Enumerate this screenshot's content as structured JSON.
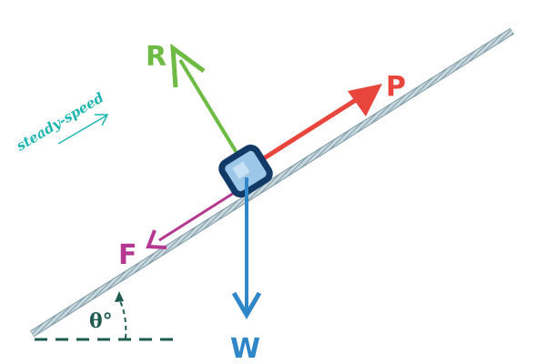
{
  "forces": {
    "reaction": {
      "label": "R",
      "color": "#6dbb45"
    },
    "push": {
      "label": "P",
      "color": "#e8453c"
    },
    "friction": {
      "label": "F",
      "color": "#b4388f"
    },
    "weight": {
      "label": "W",
      "color": "#2f86c8"
    }
  },
  "motion": {
    "label": "steady-speed",
    "color": "#1fb5b0"
  },
  "angle": {
    "label": "θ°",
    "color": "#1e5a50"
  },
  "block": {
    "fill": "#9cc7e8",
    "border": "#123a66"
  },
  "incline": {
    "color": "#9ab4c0"
  }
}
